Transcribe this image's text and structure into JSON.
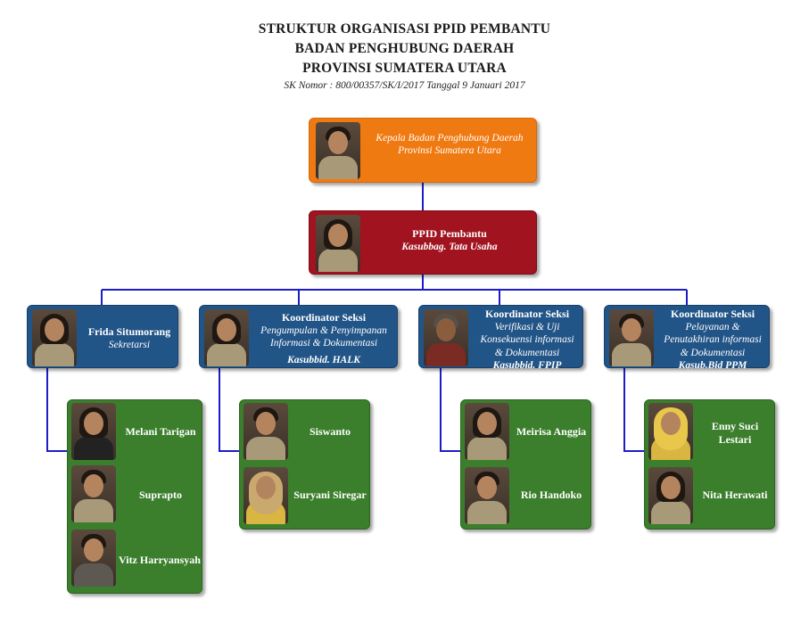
{
  "header": {
    "title_line1": "STRUKTUR ORGANISASI PPID PEMBANTU",
    "title_line2": "BADAN PENGHUBUNG DAERAH",
    "title_line3": "PROVINSI SUMATERA UTARA",
    "subtitle": "SK Nomor : 800/00357/SK/I/2017 Tanggal 9 Januari 2017"
  },
  "head": {
    "line1": "Kepala Badan Penghubung Daerah",
    "line2": "Provinsi Sumatera Utara"
  },
  "ppid": {
    "name": "PPID Pembantu",
    "role": "Kasubbag. Tata Usaha"
  },
  "coordinators": [
    {
      "name": "Frida Situmorang",
      "role": "Sekretarsi"
    },
    {
      "name": "Koordinator Seksi",
      "role_line1": "Pengumpulan & Penyimpanan",
      "role_line2": "Informasi & Dokumentasi",
      "unit": "Kasubbid. HALK"
    },
    {
      "name": "Koordinator Seksi",
      "role_line1": "Verifikasi & Uji",
      "role_line2": "Konsekuensi informasi",
      "role_line3": "& Dokumentasi",
      "unit": "Kasubbid. FPIP"
    },
    {
      "name": "Koordinator Seksi",
      "role_line1": "Pelayanan &",
      "role_line2": "Penutakhiran informasi",
      "role_line3": "& Dokumentasi",
      "unit": "Kasub.Bid PPM"
    }
  ],
  "members": {
    "group1": [
      "Melani Tarigan",
      "Suprapto",
      "Vitz Harryansyah"
    ],
    "group2": [
      "Siswanto",
      "Suryani Siregar"
    ],
    "group3": [
      "Meirisa Anggia",
      "Rio Handoko"
    ],
    "group4": [
      "Enny Suci",
      "Lestari",
      "Nita Herawati"
    ]
  },
  "colors": {
    "head": "#f07a12",
    "ppid": "#a0131f",
    "coordinator": "#215487",
    "member": "#3b7f2c",
    "connector": "#1c1cc8"
  }
}
